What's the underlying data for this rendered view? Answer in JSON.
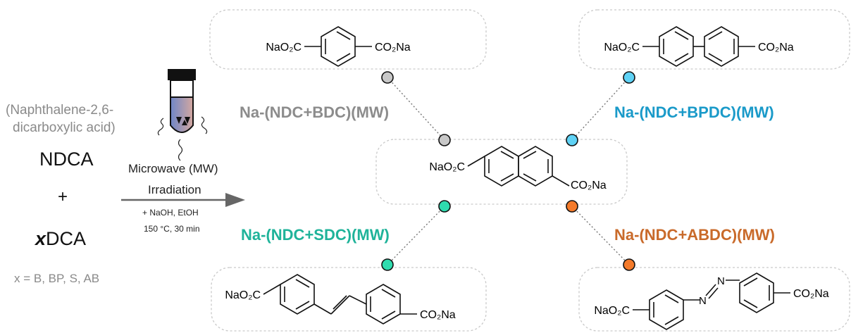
{
  "reactants": {
    "note_line1": "(Naphthalene-2,6-",
    "note_line2": "dicarboxylic acid)",
    "ndca": "NDCA",
    "plus": "+",
    "x_italic": "x",
    "xdca_rest": "DCA",
    "x_def": "x = B, BP, S, AB"
  },
  "conditions": {
    "line1": "Microwave (MW)",
    "line2": "Irradiation",
    "line3": "+ NaOH, EtOH",
    "line4": "150 °C, 30 min"
  },
  "products": {
    "bdc": "Na-(NDC+BDC)(MW)",
    "bpdc": "Na-(NDC+BPDC)(MW)",
    "sdc": "Na-(NDC+SDC)(MW)",
    "abdc": "Na-(NDC+ABDC)(MW)"
  },
  "chem": {
    "nao2c": "NaO₂C",
    "co2na": "CO₂Na",
    "n": "N"
  },
  "colors": {
    "bdc": "#8c8c8c",
    "bpdc": "#1a9ac9",
    "sdc": "#1fb39a",
    "abdc": "#c96a2a",
    "node_bdc": "#c8c8c8",
    "node_bpdc": "#5fd2f5",
    "node_sdc": "#2fdcaf",
    "node_abdc": "#f47a2a"
  }
}
